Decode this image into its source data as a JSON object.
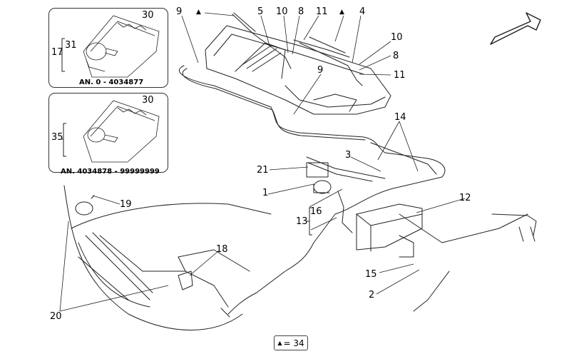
{
  "insets": [
    {
      "caption": "AN. 0 - 4034877",
      "labels": [
        "30",
        "31",
        "17"
      ]
    },
    {
      "caption": "AN. 4034878 - 99999999",
      "labels": [
        "30",
        "35"
      ]
    }
  ],
  "callouts": {
    "c9a": "9",
    "c5": "5",
    "c10a": "10",
    "c8a": "8",
    "c11a": "11",
    "c4": "4",
    "c10b": "10",
    "c8b": "8",
    "c11b": "11",
    "c9b": "9",
    "c14": "14",
    "c3": "3",
    "c21": "21",
    "c1": "1",
    "c16": "16",
    "c13": "13",
    "c12": "12",
    "c15": "15",
    "c2": "2",
    "c19": "19",
    "c18": "18",
    "c20": "20"
  },
  "markers": {
    "triangle": "▲"
  },
  "legend": {
    "symbol": "▲",
    "text": "= 34"
  },
  "icons": {
    "direction_arrow": "arrow-pointing-down-left-icon"
  }
}
